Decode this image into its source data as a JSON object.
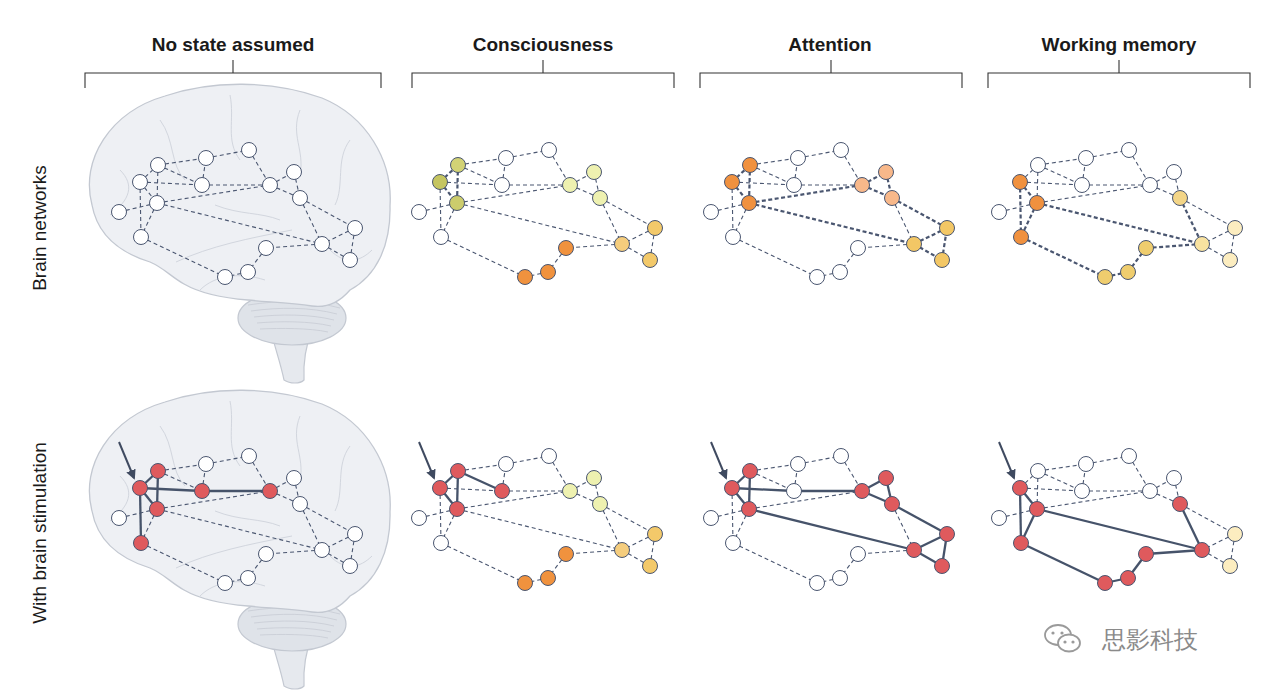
{
  "diagram": {
    "labels": [
      "No state assumed",
      "Consciousness",
      "Attention",
      "Working memory",
      "Brain networks",
      "With brain stimulation",
      "思影科技"
    ]
  }
}
